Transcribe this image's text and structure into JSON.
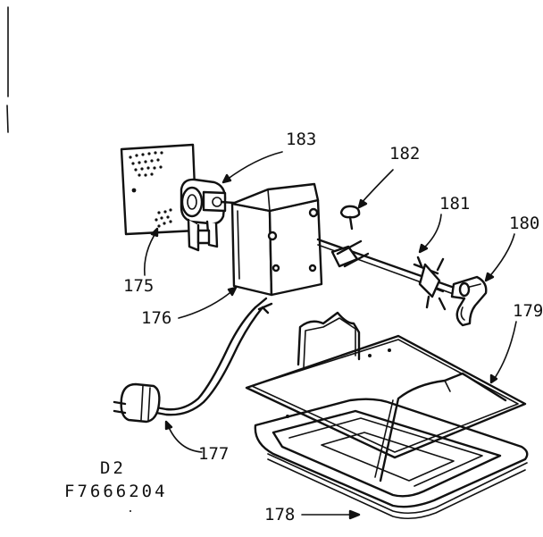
{
  "labels": {
    "l175": "175",
    "l176": "176",
    "l177": "177",
    "l178": "178",
    "l179": "179",
    "l180": "180",
    "l181": "181",
    "l182": "182",
    "l183": "183"
  },
  "codes": {
    "section": "D2",
    "model": "F7666204"
  }
}
